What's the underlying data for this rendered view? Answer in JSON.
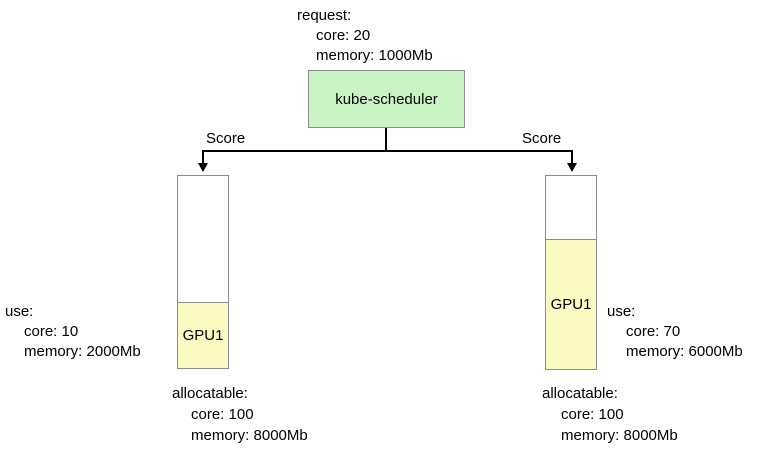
{
  "colors": {
    "scheduler_fill": "#c9f5c5",
    "gpu_fill": "#fcf9c2",
    "border": "#8c8c8c",
    "line": "#000000"
  },
  "request": {
    "title": "request:",
    "core": "core: 20",
    "memory": "memory: 1000Mb"
  },
  "scheduler": {
    "label": "kube-scheduler"
  },
  "edges": {
    "left_label": "Score",
    "right_label": "Score"
  },
  "left_node": {
    "gpu_label": "GPU1",
    "use": {
      "title": "use:",
      "core": "core: 10",
      "memory": "memory: 2000Mb"
    },
    "allocatable": {
      "title": "allocatable:",
      "core": "core: 100",
      "memory": "memory: 8000Mb"
    }
  },
  "right_node": {
    "gpu_label": "GPU1",
    "use": {
      "title": "use:",
      "core": "core: 70",
      "memory": "memory: 6000Mb"
    },
    "allocatable": {
      "title": "allocatable:",
      "core": "core: 100",
      "memory": "memory: 8000Mb"
    }
  }
}
